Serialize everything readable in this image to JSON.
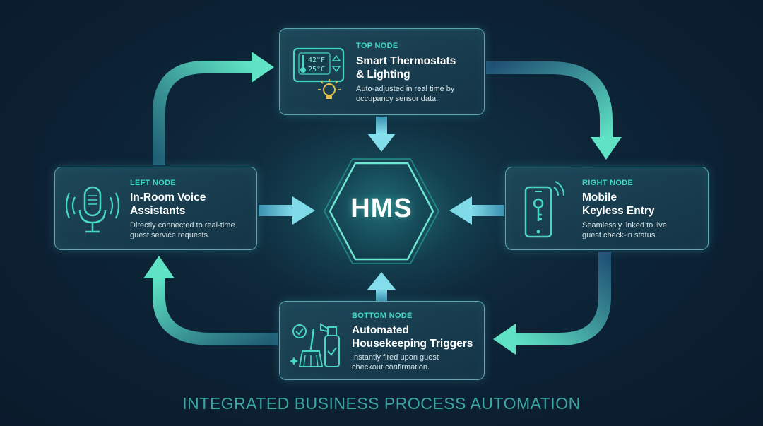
{
  "hub": {
    "label": "HMS"
  },
  "nodes": {
    "top": {
      "tag": "TOP NODE",
      "title_lines": [
        "Smart Thermostats",
        "& Lighting"
      ],
      "desc_lines": [
        "Auto-adjusted in real time by",
        "occupancy sensor data."
      ],
      "icon": "thermostat-lightbulb-icon",
      "display_temp_f": "42°F",
      "display_temp_c": "25°C"
    },
    "left": {
      "tag": "LEFT NODE",
      "title_lines": [
        "In-Room Voice",
        "Assistants"
      ],
      "desc_lines": [
        "Directly connected to real-time",
        "guest service requests."
      ],
      "icon": "microphone-icon"
    },
    "right": {
      "tag": "RIGHT NODE",
      "title_lines": [
        "Mobile",
        "Keyless Entry"
      ],
      "desc_lines": [
        "Seamlessly linked to live",
        "guest check-in status."
      ],
      "icon": "phone-key-icon"
    },
    "bottom": {
      "tag": "BOTTOM NODE",
      "title_lines": [
        "Automated",
        "Housekeeping Triggers"
      ],
      "desc_lines": [
        "Instantly fired upon guest",
        "checkout confirmation."
      ],
      "icon": "broom-spray-icon"
    }
  },
  "footer": "INTEGRATED BUSINESS PROCESS AUTOMATION",
  "colors": {
    "accent": "#3fd9c0",
    "arrow_light": "#5fe3c4",
    "arrow_dark": "#1f4f73",
    "node_border": "#5aa6b2",
    "background": "#0d2437"
  }
}
